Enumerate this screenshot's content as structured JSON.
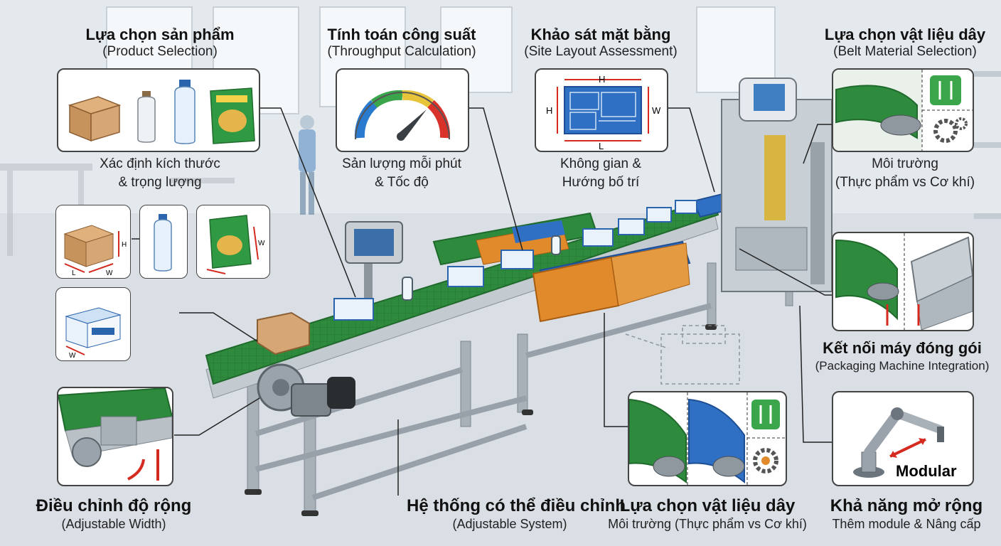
{
  "callouts": {
    "product": {
      "title": "Lựa chọn sản phẩm",
      "subtitle": "(Product Selection)",
      "caption_line1": "Xác định kích thước",
      "caption_line2": "& trọng lượng"
    },
    "throughput": {
      "title": "Tính toán công suất",
      "subtitle": "(Throughput Calculation)",
      "caption_line1": "Sản lượng mỗi phút",
      "caption_line2": "& Tốc độ"
    },
    "site": {
      "title": "Khảo sát mặt bằng",
      "subtitle": "(Site Layout Assessment)",
      "caption_line1": "Không gian &",
      "caption_line2": "Hướng bố trí",
      "label_h": "H",
      "label_w": "W",
      "label_l": "L"
    },
    "belt_top": {
      "title": "Lựa chọn vật liệu dây",
      "subtitle": "(Belt Material Selection)",
      "caption_line1": "Môi trường",
      "caption_line2": "(Thực phẩm vs Cơ khí)"
    },
    "packaging": {
      "title": "Kết nối máy đóng gói",
      "subtitle": "(Packaging Machine Integration)"
    },
    "adjust_width": {
      "title": "Điều chỉnh độ rộng",
      "subtitle": "(Adjustable Width)"
    },
    "adjust_system": {
      "title": "Hệ thống có thể điều chỉnh",
      "subtitle": "(Adjustable System)"
    },
    "belt_bottom": {
      "title": "Lựa chọn vật liệu dây",
      "subtitle": "Môi trường (Thực phẩm vs Cơ khí)"
    },
    "expand": {
      "title": "Khả năng mở rộng",
      "subtitle": "Thêm module & Nâng cấp",
      "modular": "Modular"
    }
  },
  "dimension_labels": {
    "h": "H",
    "l": "L",
    "w": "W"
  },
  "colors": {
    "belt_green": "#2e8b3e",
    "belt_blue": "#2f6fc4",
    "module_orange": "#e08a2c",
    "frame_gray": "#b9c0c6",
    "gauge_red": "#d9322a",
    "gauge_green": "#3aa54a",
    "gauge_blue": "#2a7bd0",
    "arrow_red": "#d42a1f"
  },
  "icons": [
    "box-icon",
    "small-bottle-icon",
    "bottle-icon",
    "snack-bag-icon",
    "gauge-icon",
    "floor-plan-icon",
    "fork-knife-icon",
    "gear-icon",
    "robot-arm-icon",
    "motor-icon"
  ]
}
